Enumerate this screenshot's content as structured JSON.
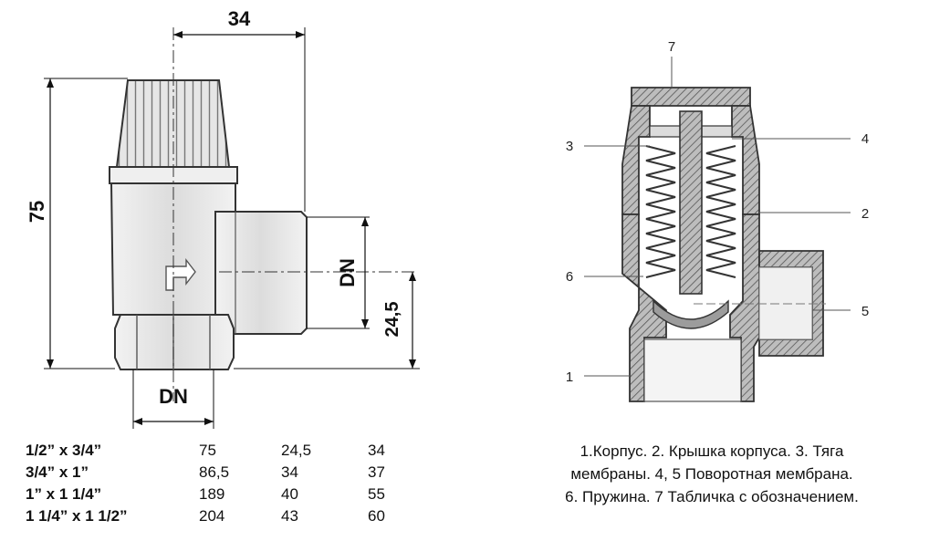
{
  "dimensions": {
    "width_top": "34",
    "height_total": "75",
    "dn_side": "DN",
    "dn_bottom": "DN",
    "offset": "24,5"
  },
  "callouts": [
    "7",
    "3",
    "4",
    "2",
    "6",
    "5",
    "1"
  ],
  "size_table": {
    "rows": [
      {
        "size": "1/2” x 3/4”",
        "c1": "75",
        "c2": "24,5",
        "c3": "34"
      },
      {
        "size": "3/4” x 1”",
        "c1": "86,5",
        "c2": "34",
        "c3": "37"
      },
      {
        "size": "1” x 1 1/4”",
        "c1": "189",
        "c2": "40",
        "c3": "55"
      },
      {
        "size": "1 1/4” x 1 1/2”",
        "c1": "204",
        "c2": "43",
        "c3": "60"
      }
    ]
  },
  "legend_lines": [
    "1.Корпус. 2. Крышка корпуса. 3. Тяга",
    "мембраны. 4, 5 Поворотная мембрана.",
    "6. Пружина. 7 Табличка с обозначением."
  ]
}
